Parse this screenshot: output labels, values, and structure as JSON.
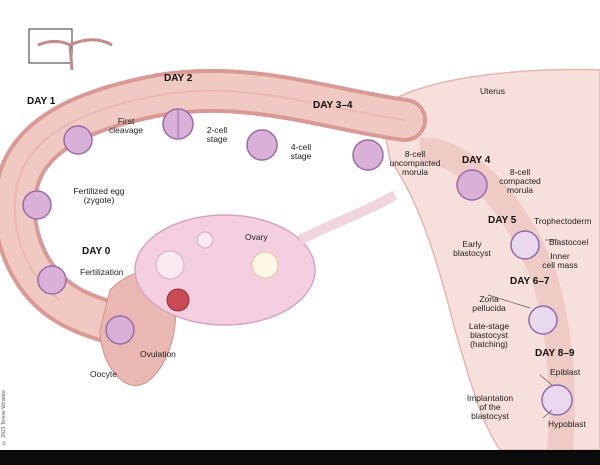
{
  "days": {
    "d1": "DAY 1",
    "d2": "DAY 2",
    "d34": "DAY 3–4",
    "d4": "DAY 4",
    "d5": "DAY 5",
    "d0": "DAY 0",
    "d67": "DAY 6–7",
    "d89": "DAY 8–9"
  },
  "labels": {
    "uterus": "Uterus",
    "first_cleavage": "First\ncleavage",
    "two_cell": "2-cell\nstage",
    "four_cell": "4-cell\nstage",
    "eight_cell_uncompacted": "8-cell\nuncompacted\nmorula",
    "eight_cell_compacted": "8-cell\ncompacted\nmorula",
    "fertilized_egg": "Fertilized egg\n(zygote)",
    "ovary": "Ovary",
    "fertilization": "Fertilization",
    "trophectoderm": "Trophectoderm",
    "blastocoel": "Blastocoel",
    "early_blastocyst": "Early\nblastocyst",
    "inner_cell_mass": "Inner\ncell mass",
    "zona_pellucida": "Zona\npellucida",
    "late_stage_blastocyst": "Late-stage\nblastocyst\n(hatching)",
    "ovulation": "Ovulation",
    "oocyte": "Oocyte",
    "epiblast": "Epiblast",
    "implantation": "Implantation\nof the\nblastocyst",
    "hypoblast": "Hypoblast"
  },
  "credit": "© 2021 Terese Winslow",
  "colors": {
    "tube": "#f1c9c3",
    "tube_edge": "#d99a95",
    "uterus": "#f7dfdb",
    "ovary": "#f3cfe0",
    "cell": "#d9b0d7",
    "cell_edge": "#9a6aa4"
  }
}
